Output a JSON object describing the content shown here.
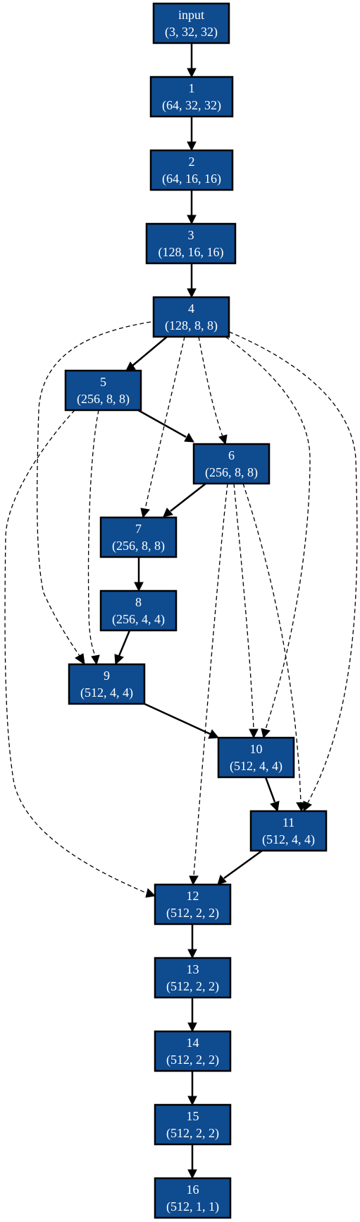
{
  "nodes": [
    {
      "id": "input",
      "label": "input",
      "shape": "(3, 32, 32)"
    },
    {
      "id": "1",
      "label": "1",
      "shape": "(64, 32, 32)"
    },
    {
      "id": "2",
      "label": "2",
      "shape": "(64, 16, 16)"
    },
    {
      "id": "3",
      "label": "3",
      "shape": "(128, 16, 16)"
    },
    {
      "id": "4",
      "label": "4",
      "shape": "(128, 8, 8)"
    },
    {
      "id": "5",
      "label": "5",
      "shape": "(256, 8, 8)"
    },
    {
      "id": "6",
      "label": "6",
      "shape": "(256, 8, 8)"
    },
    {
      "id": "7",
      "label": "7",
      "shape": "(256, 8, 8)"
    },
    {
      "id": "8",
      "label": "8",
      "shape": "(256, 4, 4)"
    },
    {
      "id": "9",
      "label": "9",
      "shape": "(512, 4, 4)"
    },
    {
      "id": "10",
      "label": "10",
      "shape": "(512, 4, 4)"
    },
    {
      "id": "11",
      "label": "11",
      "shape": "(512, 4, 4)"
    },
    {
      "id": "12",
      "label": "12",
      "shape": "(512, 2, 2)"
    },
    {
      "id": "13",
      "label": "13",
      "shape": "(512, 2, 2)"
    },
    {
      "id": "14",
      "label": "14",
      "shape": "(512, 2, 2)"
    },
    {
      "id": "15",
      "label": "15",
      "shape": "(512, 2, 2)"
    },
    {
      "id": "16",
      "label": "16",
      "shape": "(512, 1, 1)"
    }
  ],
  "edges": [
    {
      "from": "input",
      "to": "1",
      "style": "solid"
    },
    {
      "from": "1",
      "to": "2",
      "style": "solid"
    },
    {
      "from": "2",
      "to": "3",
      "style": "solid"
    },
    {
      "from": "3",
      "to": "4",
      "style": "solid"
    },
    {
      "from": "4",
      "to": "5",
      "style": "solid"
    },
    {
      "from": "5",
      "to": "6",
      "style": "solid"
    },
    {
      "from": "6",
      "to": "7",
      "style": "solid"
    },
    {
      "from": "7",
      "to": "8",
      "style": "solid"
    },
    {
      "from": "8",
      "to": "9",
      "style": "solid"
    },
    {
      "from": "9",
      "to": "10",
      "style": "solid"
    },
    {
      "from": "10",
      "to": "11",
      "style": "solid"
    },
    {
      "from": "11",
      "to": "12",
      "style": "solid"
    },
    {
      "from": "12",
      "to": "13",
      "style": "solid"
    },
    {
      "from": "13",
      "to": "14",
      "style": "solid"
    },
    {
      "from": "14",
      "to": "15",
      "style": "solid"
    },
    {
      "from": "15",
      "to": "16",
      "style": "solid"
    },
    {
      "from": "4",
      "to": "6",
      "style": "dashed"
    },
    {
      "from": "4",
      "to": "7",
      "style": "dashed"
    },
    {
      "from": "4",
      "to": "9",
      "style": "dashed"
    },
    {
      "from": "4",
      "to": "10",
      "style": "dashed"
    },
    {
      "from": "4",
      "to": "11",
      "style": "dashed"
    },
    {
      "from": "5",
      "to": "9",
      "style": "dashed"
    },
    {
      "from": "5",
      "to": "12",
      "style": "dashed"
    },
    {
      "from": "6",
      "to": "10",
      "style": "dashed"
    },
    {
      "from": "6",
      "to": "11",
      "style": "dashed"
    },
    {
      "from": "6",
      "to": "12",
      "style": "dashed"
    }
  ],
  "colors": {
    "node_fill": "#0f4b8f",
    "node_border": "#000000",
    "node_text": "#ffffff",
    "edge": "#000000"
  }
}
